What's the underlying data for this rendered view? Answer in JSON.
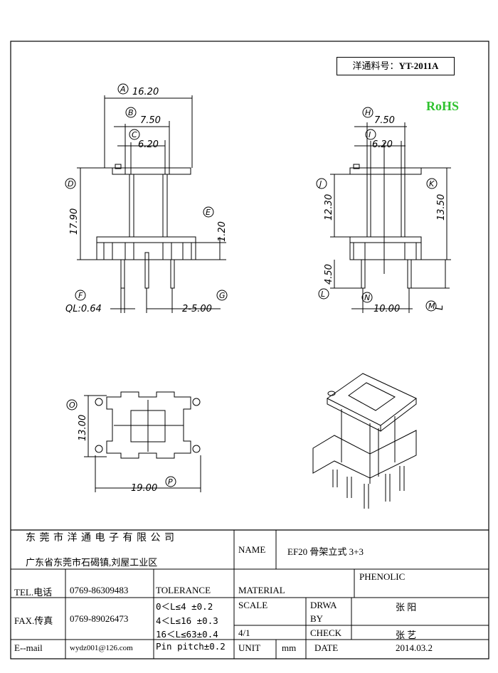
{
  "header": {
    "part_label": "洋通料号：",
    "part_number": "YT-2011A",
    "rohs": "RoHS"
  },
  "dimensions": {
    "A": "16.20",
    "B": "7.50",
    "C": "6.20",
    "D": "17.90",
    "E": "1.20",
    "F": "QL:0.64",
    "G": "2-5.00",
    "H": "7.50",
    "I": "6.20",
    "J": "12.30",
    "K": "13.50",
    "L": "4.50",
    "N": "10.00",
    "O": "13.00",
    "P": "19.00",
    "L2": "L"
  },
  "callouts": [
    "A",
    "B",
    "C",
    "D",
    "E",
    "F",
    "G",
    "H",
    "I",
    "J",
    "K",
    "L",
    "M",
    "N",
    "O",
    "P"
  ],
  "title_block": {
    "company": "东 莞 市 洋 通 电 子 有 限 公 司",
    "address": "广东省东莞市石碣镇,刘屋工业区",
    "name_label": "NAME",
    "name_value": "EF20 骨架立式 3+3",
    "tel_label": "TEL.电话",
    "tel_value": "0769-86309483",
    "tolerance_label": "TOLERANCE",
    "material_label": "MATERIAL",
    "material_value": "PHENOLIC",
    "fax_label": "FAX.传真",
    "fax_value": "0769-89026473",
    "tol_1": "0＜L≤4  ±0.2",
    "tol_2": "4＜L≤16 ±0.3",
    "tol_3": "16＜L≤63±0.4",
    "tol_4": "Pin pitch±0.2",
    "scale_label": "SCALE",
    "scale_value": "4/1",
    "drawn_label_1": "DRWA",
    "drawn_label_2": "BY",
    "drawn_value": "张 阳",
    "check_label": "CHECK",
    "check_value": "张 艺",
    "email_label": "E--mail",
    "email_value": "wydz001@126.com",
    "unit_label": "UNIT",
    "unit_value": "mm",
    "date_label": "DATE",
    "date_value": "2014.03.2"
  }
}
